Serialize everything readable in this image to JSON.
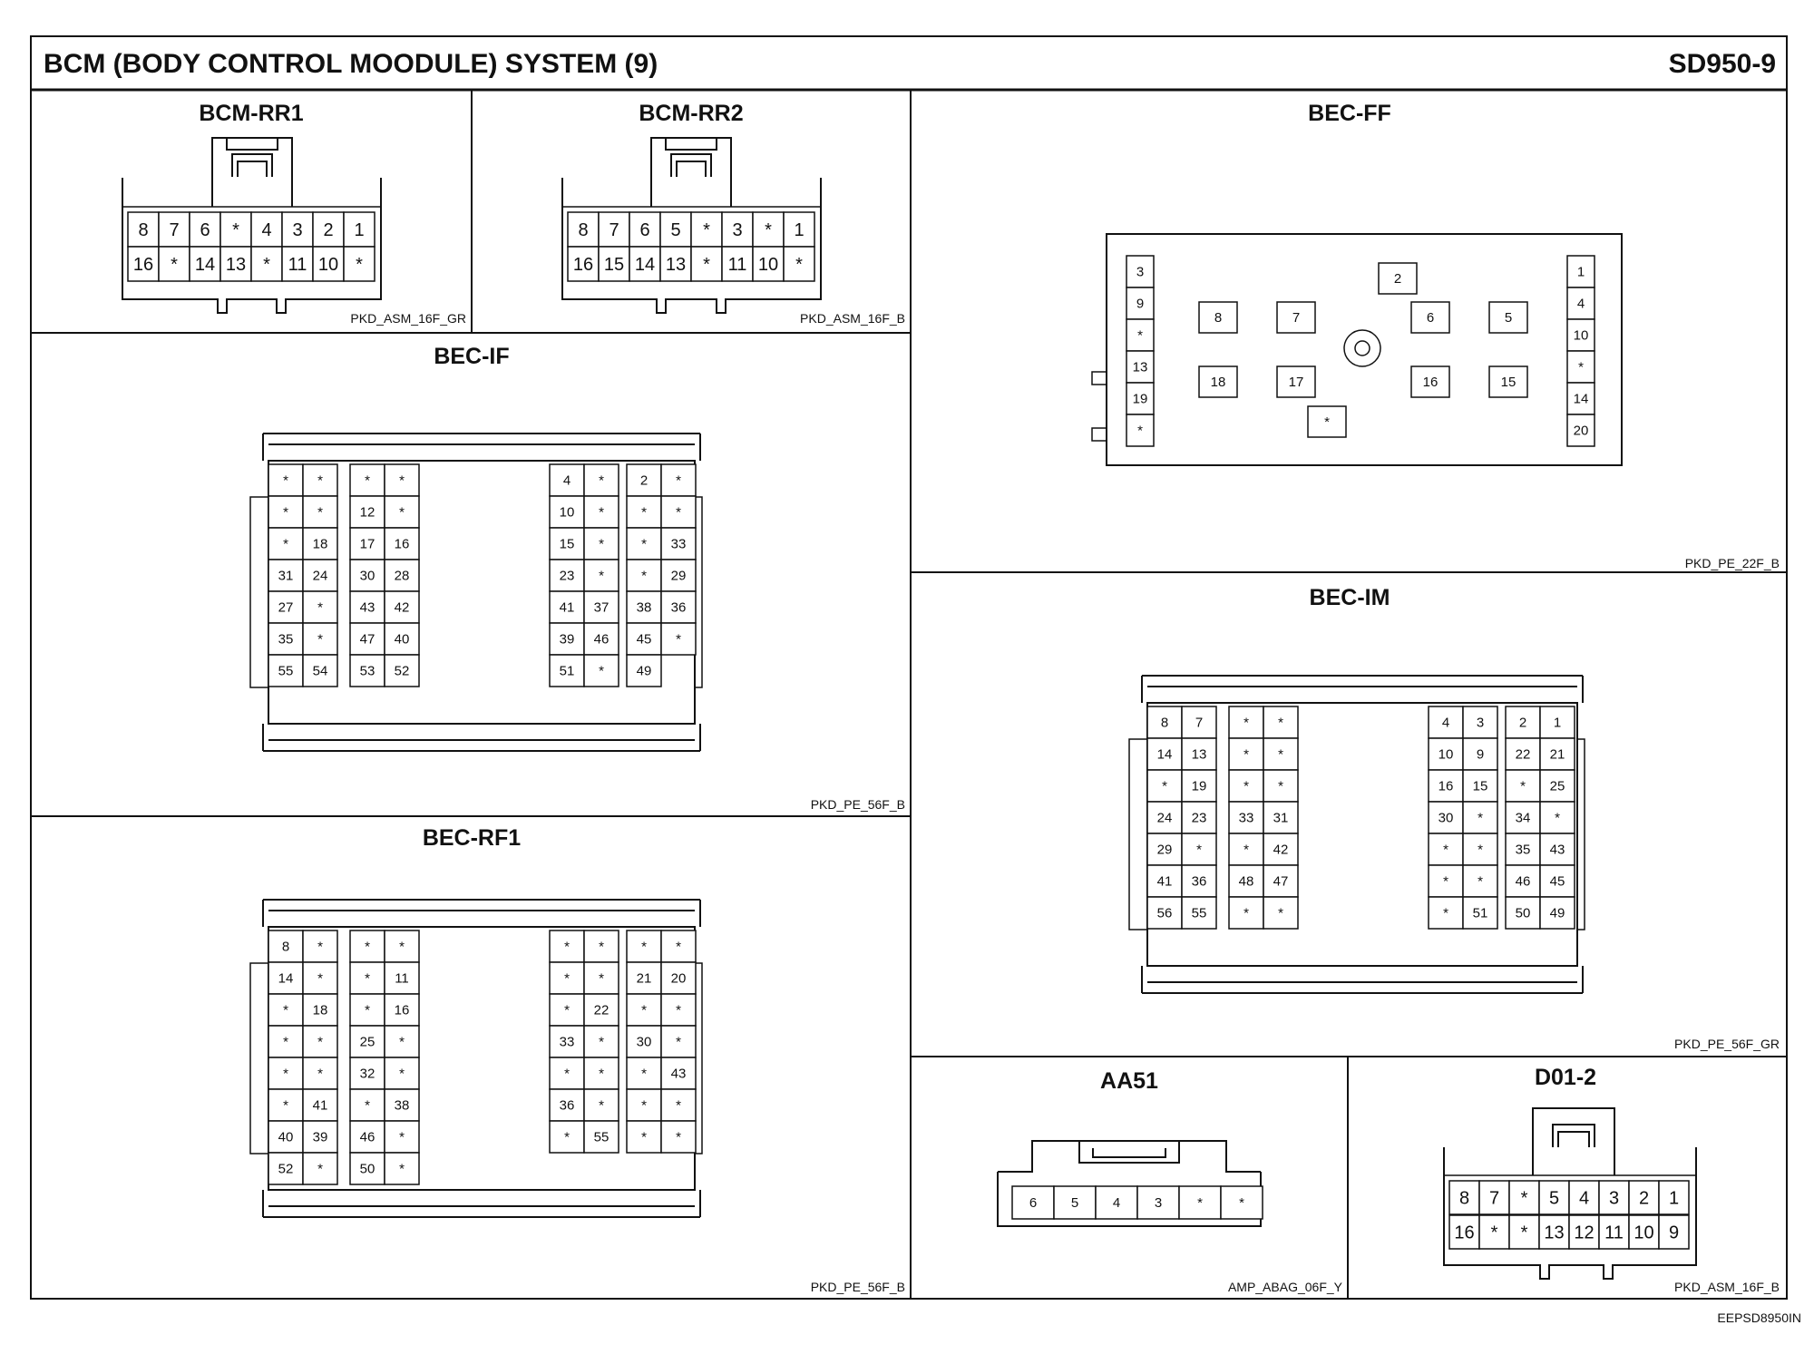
{
  "header": {
    "title": "BCM (BODY CONTROL MOODULE) SYSTEM (9)",
    "code": "SD950-9"
  },
  "footer": {
    "code": "EEPSD8950IN"
  },
  "connectors": {
    "bcm_rr1": {
      "title": "BCM-RR1",
      "part": "PKD_ASM_16F_GR",
      "row1": [
        "8",
        "7",
        "6",
        "*",
        "4",
        "3",
        "2",
        "1"
      ],
      "row2": [
        "16",
        "*",
        "14",
        "13",
        "*",
        "11",
        "10",
        "*"
      ]
    },
    "bcm_rr2": {
      "title": "BCM-RR2",
      "part": "PKD_ASM_16F_B",
      "row1": [
        "8",
        "7",
        "6",
        "5",
        "*",
        "3",
        "*",
        "1"
      ],
      "row2": [
        "16",
        "15",
        "14",
        "13",
        "*",
        "11",
        "10",
        "*"
      ]
    },
    "bec_ff": {
      "title": "BEC-FF",
      "part": "PKD_PE_22F_B",
      "left_col": [
        "3",
        "9",
        "*",
        "13",
        "19",
        "*"
      ],
      "right_col": [
        "1",
        "4",
        "10",
        "*",
        "14",
        "20"
      ],
      "inner": [
        "2",
        "8",
        "7",
        "6",
        "5",
        "18",
        "17",
        "16",
        "15",
        "*"
      ]
    },
    "bec_if": {
      "title": "BEC-IF",
      "part": "PKD_PE_56F_B",
      "pins": [
        "*",
        "*",
        "*",
        "*",
        "4",
        "*",
        "2",
        "*",
        "*",
        "*",
        "12",
        "*",
        "10",
        "*",
        "*",
        "*",
        "*",
        "18",
        "17",
        "16",
        "15",
        "*",
        "*",
        "33",
        "31",
        "24",
        "30",
        "28",
        "23",
        "*",
        "*",
        "29",
        "27",
        "*",
        "43",
        "42",
        "41",
        "37",
        "38",
        "36",
        "35",
        "*",
        "47",
        "40",
        "39",
        "46",
        "45",
        "*",
        "55",
        "54",
        "53",
        "52",
        "51",
        "*",
        "49"
      ]
    },
    "bec_rf1": {
      "title": "BEC-RF1",
      "part": "PKD_PE_56F_B",
      "pins": [
        "8",
        "*",
        "*",
        "*",
        "*",
        "*",
        "*",
        "*",
        "14",
        "*",
        "*",
        "11",
        "*",
        "*",
        "21",
        "20",
        "*",
        "18",
        "*",
        "16",
        "*",
        "22",
        "*",
        "*",
        "*",
        "*",
        "25",
        "*",
        "33",
        "*",
        "30",
        "*",
        "*",
        "*",
        "32",
        "*",
        "*",
        "*",
        "*",
        "43",
        "*",
        "41",
        "*",
        "38",
        "36",
        "*",
        "*",
        "*",
        "40",
        "39",
        "46",
        "*",
        "*",
        "55",
        "*",
        "*",
        "52",
        "*",
        "50",
        "*"
      ]
    },
    "bec_im": {
      "title": "BEC-IM",
      "part": "PKD_PE_56F_GR",
      "pins": [
        "8",
        "7",
        "*",
        "*",
        "4",
        "3",
        "2",
        "1",
        "14",
        "13",
        "*",
        "*",
        "10",
        "9",
        "22",
        "21",
        "*",
        "19",
        "*",
        "*",
        "16",
        "15",
        "*",
        "25",
        "24",
        "23",
        "33",
        "31",
        "30",
        "*",
        "34",
        "*",
        "29",
        "*",
        "*",
        "42",
        "*",
        "*",
        "35",
        "43",
        "41",
        "36",
        "48",
        "47",
        "*",
        "*",
        "46",
        "45",
        "56",
        "55",
        "*",
        "*",
        "*",
        "51",
        "50",
        "49"
      ]
    },
    "aa51": {
      "title": "AA51",
      "part": "AMP_ABAG_06F_Y",
      "pins": [
        "6",
        "5",
        "4",
        "3",
        "*",
        "*"
      ]
    },
    "d01_2": {
      "title": "D01-2",
      "part": "PKD_ASM_16F_B",
      "row1": [
        "8",
        "7",
        "*",
        "5",
        "4",
        "3",
        "2",
        "1"
      ],
      "row2": [
        "16",
        "*",
        "*",
        "13",
        "12",
        "11",
        "10",
        "9"
      ]
    }
  }
}
